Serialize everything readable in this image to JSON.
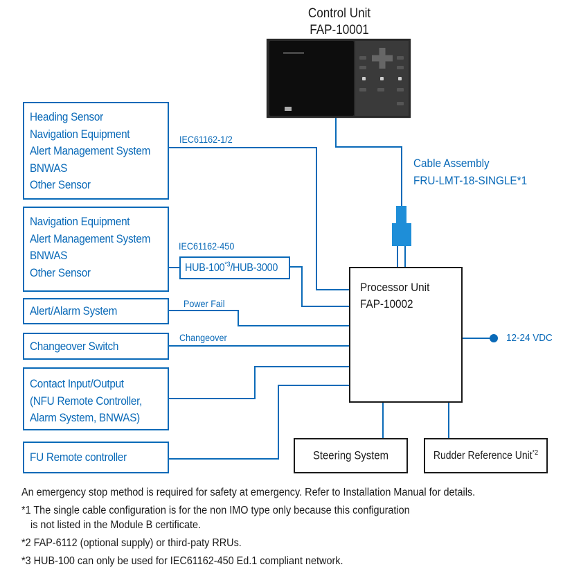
{
  "colors": {
    "accent_blue": "#0a6ab8",
    "connector_blue": "#1e8ed8",
    "outline_black": "#1a1a1a"
  },
  "control_unit": {
    "title_line1": "Control Unit",
    "title_line2": "FAP-10001",
    "image": "control-unit-device-photo"
  },
  "cable_assembly": {
    "line1": "Cable Assembly",
    "line2": "FRU-LMT-18-SINGLE*1"
  },
  "processor_unit": {
    "line1": "Processor Unit",
    "line2": "FAP-10002"
  },
  "power": {
    "label": "12-24 VDC"
  },
  "input_boxes": [
    {
      "id": "sensors-serial",
      "lines": [
        "Heading Sensor",
        "Navigation Equipment",
        "Alert Management System",
        "BNWAS",
        "Other Sensor"
      ],
      "connection_label": "IEC61162-1/2"
    },
    {
      "id": "sensors-lan",
      "lines": [
        "Navigation Equipment",
        "Alert Management System",
        "BNWAS",
        "Other Sensor"
      ],
      "connection_label": "IEC61162-450"
    },
    {
      "id": "alert-alarm",
      "lines": [
        "Alert/Alarm System"
      ],
      "connection_label": "Power Fail"
    },
    {
      "id": "changeover",
      "lines": [
        "Changeover Switch"
      ],
      "connection_label": "Changeover"
    },
    {
      "id": "contact-io",
      "lines": [
        "Contact Input/Output",
        "(NFU Remote Controller,",
        "Alarm System, BNWAS)"
      ],
      "connection_label": ""
    },
    {
      "id": "fu-remote",
      "lines": [
        "FU Remote controller"
      ],
      "connection_label": ""
    }
  ],
  "hub": {
    "label_main": "HUB-100",
    "label_sup": "*3",
    "label_rest": "/HUB-3000"
  },
  "output_boxes": {
    "steering": "Steering System",
    "rudder": "Rudder Reference Unit",
    "rudder_sup": "*2"
  },
  "notes": [
    "An emergency stop method is required for safety at emergency. Refer to Installation Manual for details.",
    "*1 The single cable configuration is for the non IMO type only because this configuration",
    "    is not listed in the Module B certificate.",
    "*2 FAP-6112 (optional supply) or third-paty RRUs.",
    "*3 HUB-100 can only be used for IEC61162-450 Ed.1 compliant network."
  ]
}
